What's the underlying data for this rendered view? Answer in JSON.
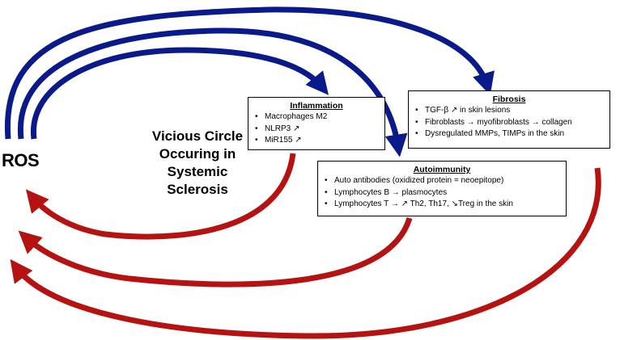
{
  "diagram": {
    "node_ros": "ROS",
    "title_lines": [
      "Vicious Circle",
      "Occuring in",
      "Systemic",
      "Sclerosis"
    ],
    "colors": {
      "blue_arrows": "#0b1a8a",
      "red_arrows": "#b51212"
    },
    "inflammation": {
      "title": "Inflammation",
      "items": [
        "Macrophages M2",
        "NLRP3 ↗",
        "MiR155 ↗"
      ]
    },
    "fibrosis": {
      "title": "Fibrosis",
      "items": [
        "TGF-β ↗  in skin lesions",
        "Fibroblasts → myofibroblasts → collagen",
        "Dysregulated MMPs, TIMPs in the skin"
      ]
    },
    "autoimmunity": {
      "title": "Autoimmunity",
      "items": [
        "Auto antibodies (oxidized protein = neoepitope)",
        "Lymphocytes B → plasmocytes",
        "Lymphocytes T → ↗ Th2, Th17, ↘Treg in the skin"
      ]
    }
  }
}
